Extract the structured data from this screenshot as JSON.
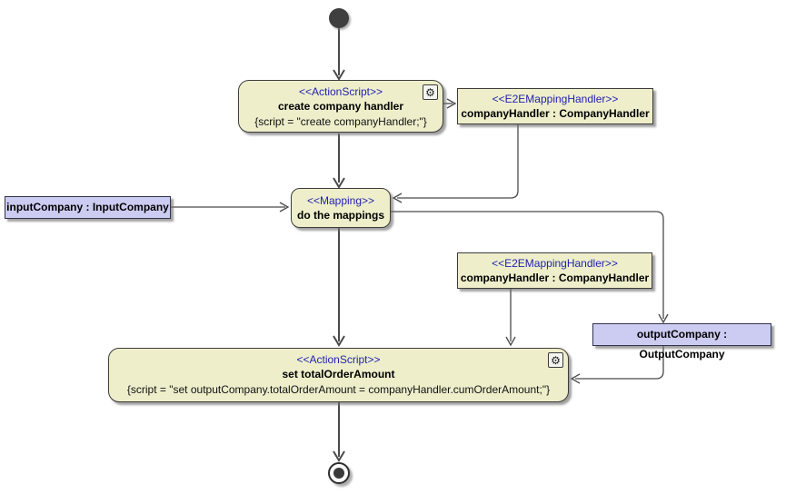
{
  "diagram": {
    "nodes": {
      "create_company_handler": {
        "stereotype": "<<ActionScript>>",
        "name": "create company handler",
        "script": "{script = \"create companyHandler;\"}"
      },
      "company_handler_top": {
        "stereotype": "<<E2EMappingHandler>>",
        "name": "companyHandler : CompanyHandler"
      },
      "do_the_mappings": {
        "stereotype": "<<Mapping>>",
        "name": "do the mappings"
      },
      "input_company": {
        "name": "inputCompany : InputCompany"
      },
      "company_handler_mid": {
        "stereotype": "<<E2EMappingHandler>>",
        "name": "companyHandler : CompanyHandler"
      },
      "output_company": {
        "name": "outputCompany : OutputCompany"
      },
      "set_total_order_amount": {
        "stereotype": "<<ActionScript>>",
        "name": "set totalOrderAmount",
        "script": "{script = \"set outputCompany.totalOrderAmount = companyHandler.cumOrderAmount;\"}"
      }
    },
    "icons": {
      "gear": "⚙"
    },
    "colors": {
      "action_fill": "#eeeecb",
      "object_fill": "#ccccf2",
      "stereotype_text": "#2222b2",
      "border": "#3c3c3c",
      "edge": "#4a4a4a"
    }
  }
}
